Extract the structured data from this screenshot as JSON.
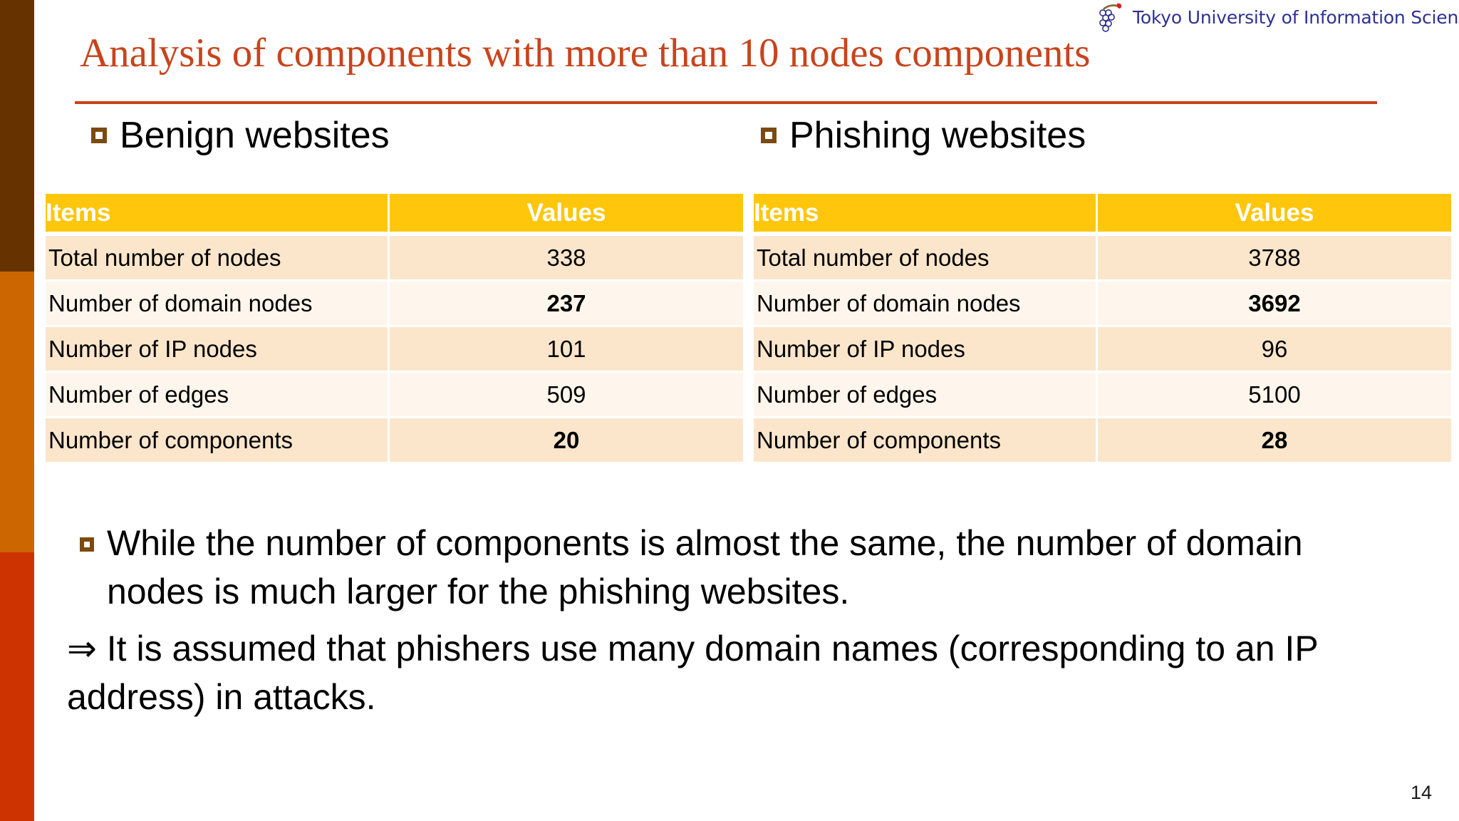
{
  "slide": {
    "title": "Analysis of components with more than 10 nodes components",
    "page_number": "14",
    "title_color": "#C8441C",
    "accent_bar_colors": [
      "#663300",
      "#CC6600",
      "#CC3300"
    ]
  },
  "logo": {
    "icon": "grape-cluster-logo-icon",
    "text": "Tokyo University of Information Sciences",
    "text_color": "#2E3191"
  },
  "sections": {
    "benign": {
      "heading": "Benign websites",
      "bullet_icon": "hollow-square-bullet-icon"
    },
    "phishing": {
      "heading": "Phishing websites",
      "bullet_icon": "hollow-square-bullet-icon"
    }
  },
  "tables": {
    "header_bg": "#FFC60B",
    "row_bg_odd": "#FBE6CB",
    "row_bg_even": "#FEF6EC",
    "highlight_color": "#FF0000",
    "benign": {
      "columns": [
        "Items",
        "Values"
      ],
      "rows": [
        {
          "item": "Total number of nodes",
          "value": "338",
          "highlight": false
        },
        {
          "item": "Number of domain nodes",
          "value": "237",
          "highlight": true
        },
        {
          "item": "Number of IP nodes",
          "value": "101",
          "highlight": false
        },
        {
          "item": "Number of edges",
          "value": "509",
          "highlight": false
        },
        {
          "item": "Number of components",
          "value": "20",
          "highlight": true
        }
      ]
    },
    "phishing": {
      "columns": [
        "Items",
        "Values"
      ],
      "rows": [
        {
          "item": "Total number of nodes",
          "value": "3788",
          "highlight": false
        },
        {
          "item": "Number of domain nodes",
          "value": "3692",
          "highlight": true
        },
        {
          "item": "Number of IP nodes",
          "value": "96",
          "highlight": false
        },
        {
          "item": "Number of edges",
          "value": "5100",
          "highlight": false
        },
        {
          "item": "Number of components",
          "value": "28",
          "highlight": true
        }
      ]
    }
  },
  "body": {
    "bullet_icon": "hollow-square-bullet-icon",
    "bullet_text": "While the number of components is almost the same, the number of domain nodes is much larger for the phishing websites.",
    "closing_text": "⇒ It is assumed that phishers use many domain names (corresponding to an IP address) in attacks."
  }
}
